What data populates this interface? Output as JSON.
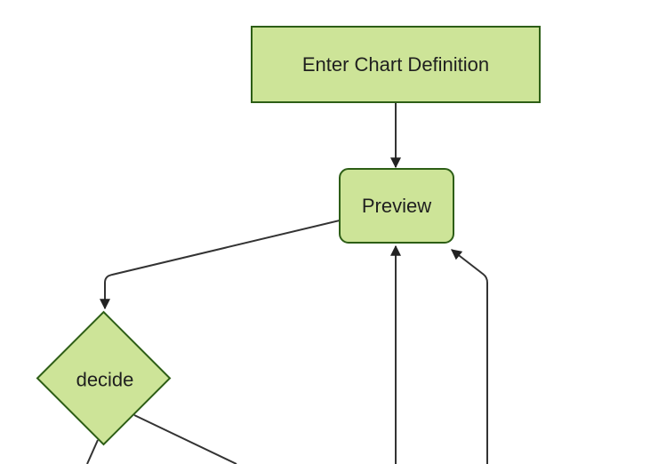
{
  "diagram": {
    "type": "flowchart",
    "background_color": "#ffffff",
    "colors": {
      "node_fill": "#cde498",
      "node_border": "#2d5e16",
      "edge": "#333333",
      "arrowhead": "#222222",
      "text": "#1f1f1f"
    },
    "nodes": [
      {
        "id": "enter-chart-definition",
        "label": "Enter Chart Definition",
        "shape": "rectangle"
      },
      {
        "id": "preview",
        "label": "Preview",
        "shape": "rounded-rectangle"
      },
      {
        "id": "decide",
        "label": "decide",
        "shape": "diamond"
      }
    ],
    "edges": [
      {
        "from": "enter-chart-definition",
        "to": "preview",
        "arrow": "into-preview-top"
      },
      {
        "from": "preview",
        "to": "decide",
        "arrow": "into-decide-top"
      },
      {
        "from": "decide",
        "to": "off-canvas-bottom-left",
        "arrow": "none-visible"
      },
      {
        "from": "decide",
        "to": "off-canvas-bottom-right",
        "arrow": "none-visible"
      },
      {
        "from": "off-canvas-bottom",
        "to": "preview",
        "arrow": "into-preview-bottom"
      },
      {
        "from": "off-canvas-bottom",
        "to": "preview",
        "arrow": "into-preview-bottom-right-corner"
      }
    ]
  }
}
